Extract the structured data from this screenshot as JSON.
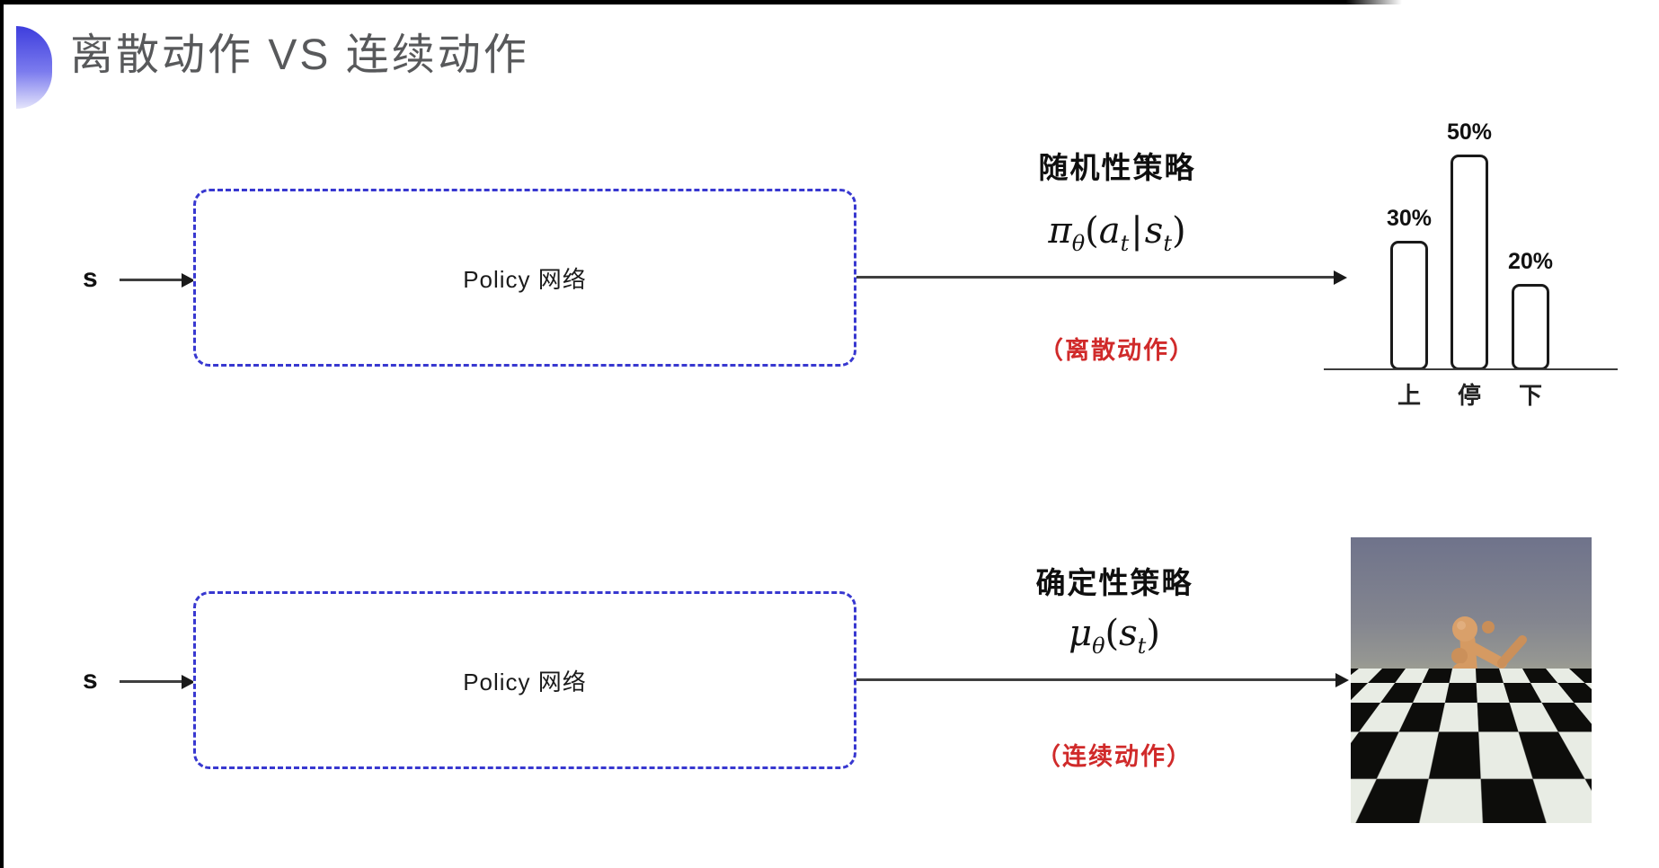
{
  "slide": {
    "title": "离散动作 VS 连续动作"
  },
  "rows": [
    {
      "input_label": "s",
      "box_label": "Policy 网络",
      "policy_title": "随机性策略",
      "formula": {
        "display": "πθ(at|st)",
        "pi": "π",
        "theta": "θ",
        "lparen": "(",
        "a": "a",
        "sub_t1": "t",
        "pipe": "|",
        "s": "s",
        "sub_t2": "t",
        "rparen": ")"
      },
      "action_note": "（离散动作）"
    },
    {
      "input_label": "s",
      "box_label": "Policy 网络",
      "policy_title": "确定性策略",
      "formula": {
        "display": "μθ(st)",
        "mu": "μ",
        "theta": "θ",
        "lparen": "(",
        "s": "s",
        "sub_t": "t",
        "rparen": ")"
      },
      "action_note": "（连续动作）"
    }
  ],
  "chart_data": {
    "type": "bar",
    "categories": [
      "上",
      "停",
      "下"
    ],
    "values": [
      30,
      50,
      20
    ],
    "value_labels": [
      "30%",
      "50%",
      "20%"
    ],
    "unit": "%",
    "title": "",
    "xlabel": "",
    "ylabel": "",
    "grid": false,
    "legend": false,
    "bar_fill": "#ffffff",
    "bar_border": "#1a1a1a"
  },
  "humanoid_image": {
    "sky_top": "#6f738b",
    "sky_bottom": "#9b9c93",
    "tile_dark": "#0d0d0b",
    "tile_light": "#e8ece4",
    "body_color": "#d59a62"
  },
  "colors": {
    "accent_blue": "#3838d0",
    "action_red": "#d02a2a",
    "title_gray": "#58595b"
  }
}
